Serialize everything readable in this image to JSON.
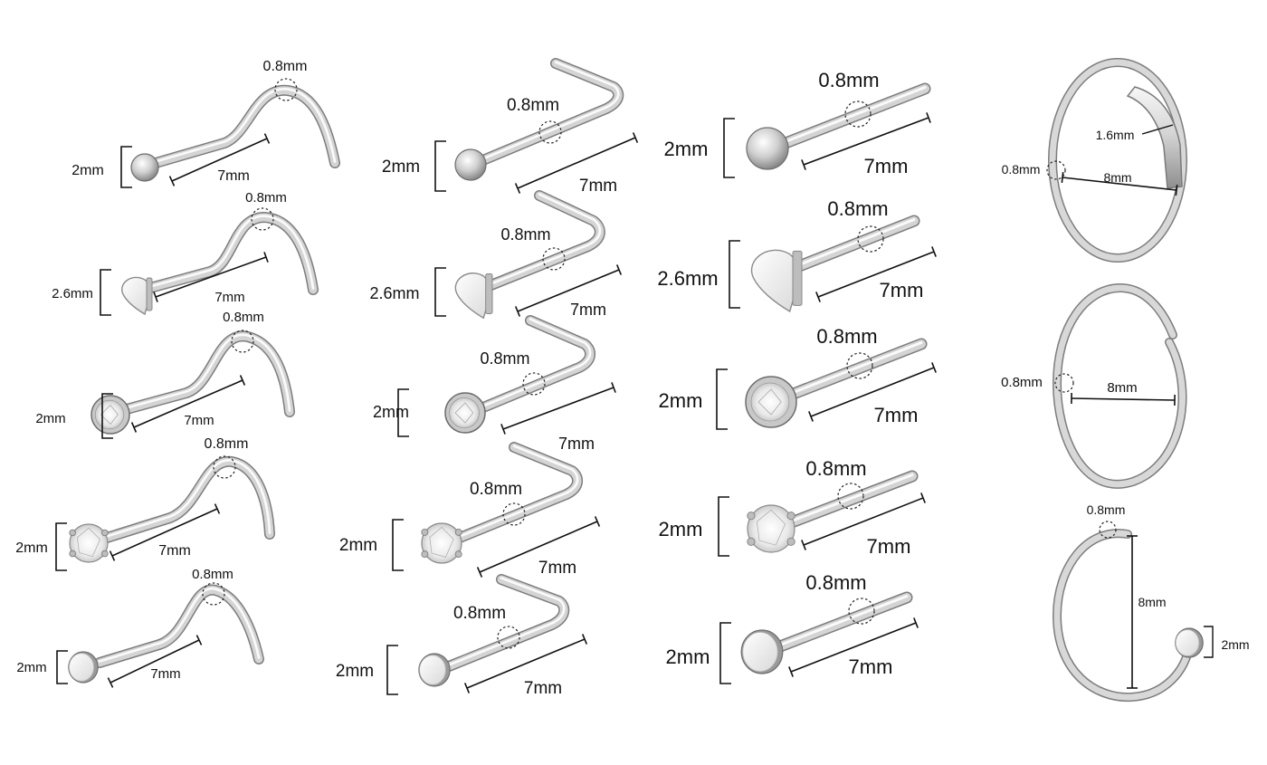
{
  "title": "",
  "colors": {
    "metal_light": "#f4f4f4",
    "metal_mid": "#c9c9c9",
    "metal_dark": "#8a8a8a",
    "line": "#111111"
  },
  "columns": [
    {
      "name": "screw",
      "items": [
        {
          "head": "ball",
          "head_label": "2mm",
          "gauge_label": "0.8mm",
          "length_label": "7mm"
        },
        {
          "head": "heart",
          "head_label": "2.6mm",
          "gauge_label": "0.8mm",
          "length_label": "7mm"
        },
        {
          "head": "bezel",
          "head_label": "2mm",
          "gauge_label": "0.8mm",
          "length_label": "7mm"
        },
        {
          "head": "prong",
          "head_label": "2mm",
          "gauge_label": "0.8mm",
          "length_label": "7mm"
        },
        {
          "head": "flat",
          "head_label": "2mm",
          "gauge_label": "0.8mm",
          "length_label": "7mm"
        }
      ]
    },
    {
      "name": "l-shape",
      "items": [
        {
          "head": "ball",
          "head_label": "2mm",
          "gauge_label": "0.8mm",
          "length_label": "7mm"
        },
        {
          "head": "heart",
          "head_label": "2.6mm",
          "gauge_label": "0.8mm",
          "length_label": "7mm"
        },
        {
          "head": "bezel",
          "head_label": "2mm",
          "gauge_label": "0.8mm",
          "length_label": "7mm"
        },
        {
          "head": "prong",
          "head_label": "2mm",
          "gauge_label": "0.8mm",
          "length_label": "7mm"
        },
        {
          "head": "flat",
          "head_label": "2mm",
          "gauge_label": "0.8mm",
          "length_label": "7mm"
        }
      ]
    },
    {
      "name": "straight",
      "items": [
        {
          "head": "ball",
          "head_label": "2mm",
          "gauge_label": "0.8mm",
          "length_label": "7mm"
        },
        {
          "head": "heart",
          "head_label": "2.6mm",
          "gauge_label": "0.8mm",
          "length_label": "7mm"
        },
        {
          "head": "bezel",
          "head_label": "2mm",
          "gauge_label": "0.8mm",
          "length_label": "7mm"
        },
        {
          "head": "prong",
          "head_label": "2mm",
          "gauge_label": "0.8mm",
          "length_label": "7mm"
        },
        {
          "head": "flat",
          "head_label": "2mm",
          "gauge_label": "0.8mm",
          "length_label": "7mm"
        }
      ]
    }
  ],
  "hoops": [
    {
      "type": "sleeve",
      "gauge_label": "0.8mm",
      "diameter_label": "8mm",
      "sleeve_label": "1.6mm"
    },
    {
      "type": "plain",
      "gauge_label": "0.8mm",
      "diameter_label": "8mm"
    },
    {
      "type": "open",
      "gauge_label": "0.8mm",
      "diameter_label": "8mm",
      "head_label": "2mm"
    }
  ]
}
